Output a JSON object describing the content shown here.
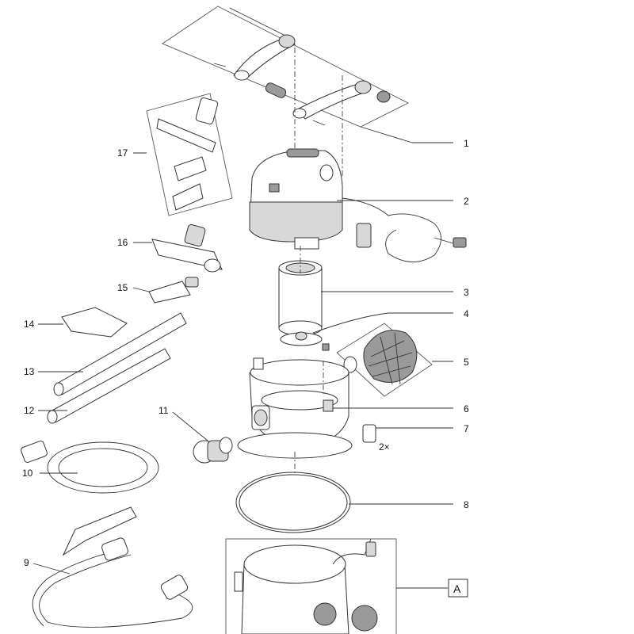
{
  "callouts": {
    "c1": "1",
    "c2": "2",
    "c3": "3",
    "c4": "4",
    "c5": "5",
    "c6": "6",
    "c7": "7",
    "c8": "8",
    "c9": "9",
    "c10": "10",
    "c11": "11",
    "c12": "12",
    "c13": "13",
    "c14": "14",
    "c15": "15",
    "c16": "16",
    "c17": "17"
  },
  "quantity_note": "2×",
  "assembly_label": "A"
}
